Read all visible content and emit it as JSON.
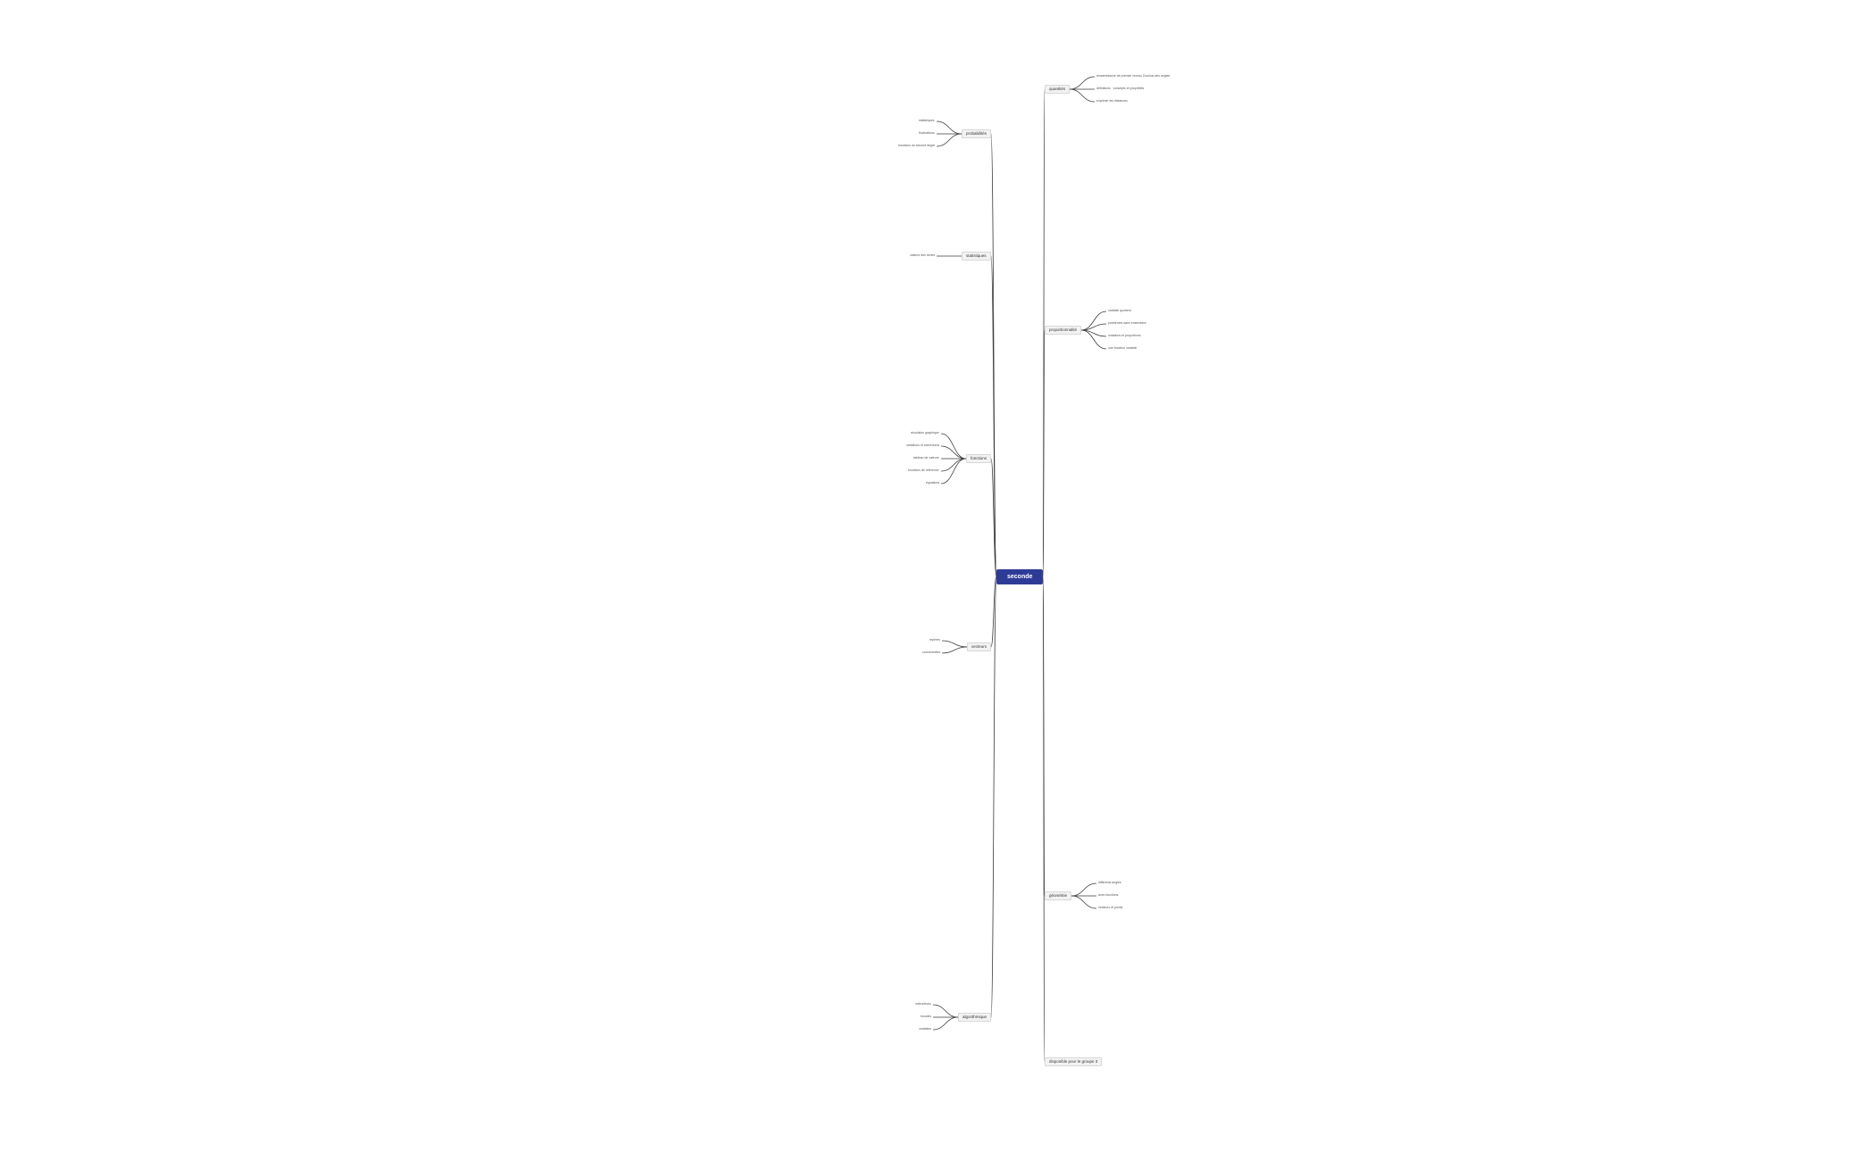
{
  "colors": {
    "root_fill": "#2e3b96",
    "root_text": "#ffffff",
    "branch_fill": "#f2f2f2",
    "branch_border": "#d8d8d8",
    "link": "#3a3a3a"
  },
  "root": {
    "label": "seconde",
    "branches": [
      {
        "label": "quantités",
        "side": "right",
        "children": [
          {
            "label": "ressemblance de premier niveau Cosinus des angles"
          },
          {
            "label": "définitions · concepts et propriétés"
          },
          {
            "label": "exprimer les distances"
          }
        ]
      },
      {
        "label": "proportionnalité",
        "side": "right",
        "children": [
          {
            "label": "variable quotient"
          },
          {
            "label": "problèmes dans ensembles"
          },
          {
            "label": "notations et proportions"
          },
          {
            "label": "une fonction variable"
          }
        ]
      },
      {
        "label": "géométrie",
        "side": "right",
        "children": [
          {
            "label": "différents angles"
          },
          {
            "label": "avec fonctions"
          },
          {
            "label": "vecteurs et points"
          }
        ]
      },
      {
        "label": "disponible pour le groupe 3",
        "side": "right",
        "children": []
      },
      {
        "label": "probabilités",
        "side": "left",
        "children": [
          {
            "label": "statistiques"
          },
          {
            "label": "fluctuations"
          },
          {
            "label": "fonctions du second degré"
          }
        ]
      },
      {
        "label": "statistiques",
        "side": "left",
        "children": [
          {
            "label": "valeurs des séries"
          }
        ]
      },
      {
        "label": "fonctions",
        "side": "left",
        "children": [
          {
            "label": "résolution graphique"
          },
          {
            "label": "variations et extremums"
          },
          {
            "label": "tableau de valeurs"
          },
          {
            "label": "fonctions de référence"
          },
          {
            "label": "équations"
          }
        ]
      },
      {
        "label": "vecteurs",
        "side": "left",
        "children": [
          {
            "label": "repères"
          },
          {
            "label": "coordonnées"
          }
        ]
      },
      {
        "label": "algorithmique",
        "side": "left",
        "children": [
          {
            "label": "instructions"
          },
          {
            "label": "boucles"
          },
          {
            "label": "variables"
          }
        ]
      }
    ]
  }
}
